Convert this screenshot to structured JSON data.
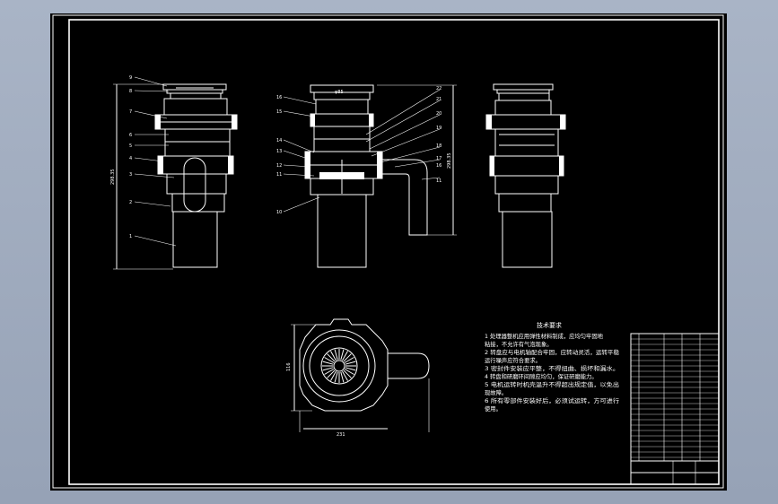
{
  "drawing": {
    "colors": {
      "background": "#000000",
      "line": "#ffffff",
      "desk": "#9ea9bc"
    },
    "views": {
      "left": {
        "leaders": [
          "9",
          "8",
          "7",
          "6",
          "5",
          "4",
          "3",
          "2",
          "1"
        ],
        "height_dim": "298.35"
      },
      "front": {
        "leaders_left": [
          "16",
          "15",
          "14",
          "13",
          "12",
          "11",
          "10"
        ],
        "leaders_right": [
          "22",
          "21",
          "20",
          "19",
          "18",
          "17",
          "16",
          "11"
        ],
        "height_dim": "298.35",
        "top_label": "φ85"
      },
      "right": {},
      "top": {
        "width_dim": "231",
        "height_dim": "116"
      }
    },
    "notes": {
      "title": "技术要求",
      "lines": [
        "1 处理器整机应用弹性材料制成，应均匀牢固地",
        "粘接，不允许有气泡现象。",
        "2 转盘应与电机轴配合牢固，应转动灵活，运转平稳",
        "运行噪声应符合要求。",
        "3 密封件安装应平整，不得扭曲、损坏和漏水。",
        "4 转盘和研磨环间隙应均匀，保证研磨能力。",
        "5 电机运转时机壳温升不得超出规定值，以免出",
        "现故障。",
        "6 所有零部件安装好后，必须试运转，方可进行",
        "使用。"
      ]
    }
  }
}
